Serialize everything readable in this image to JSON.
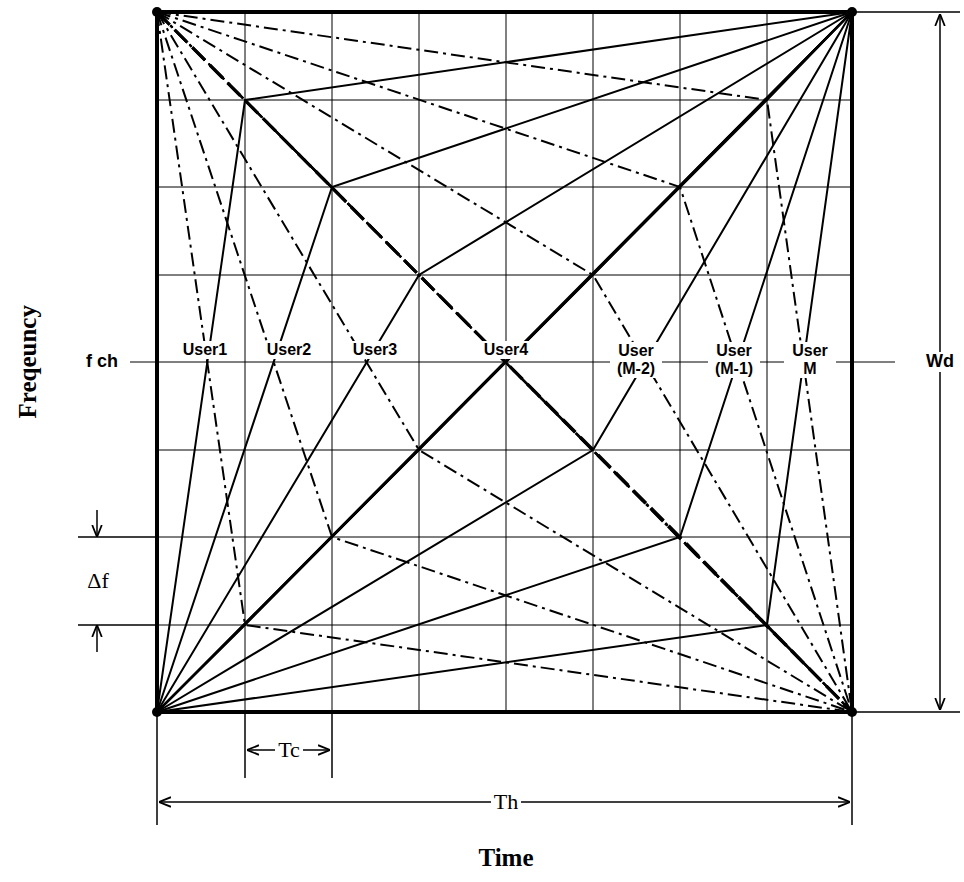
{
  "diagram": {
    "labels": [
      "Freqeuncy",
      "f ch",
      "User1",
      "User2",
      "User3",
      "User4",
      "User (M-2)",
      "User (M-1)",
      "User M",
      "Wd",
      "Δf",
      "Tc",
      "Th",
      "Time"
    ]
  }
}
